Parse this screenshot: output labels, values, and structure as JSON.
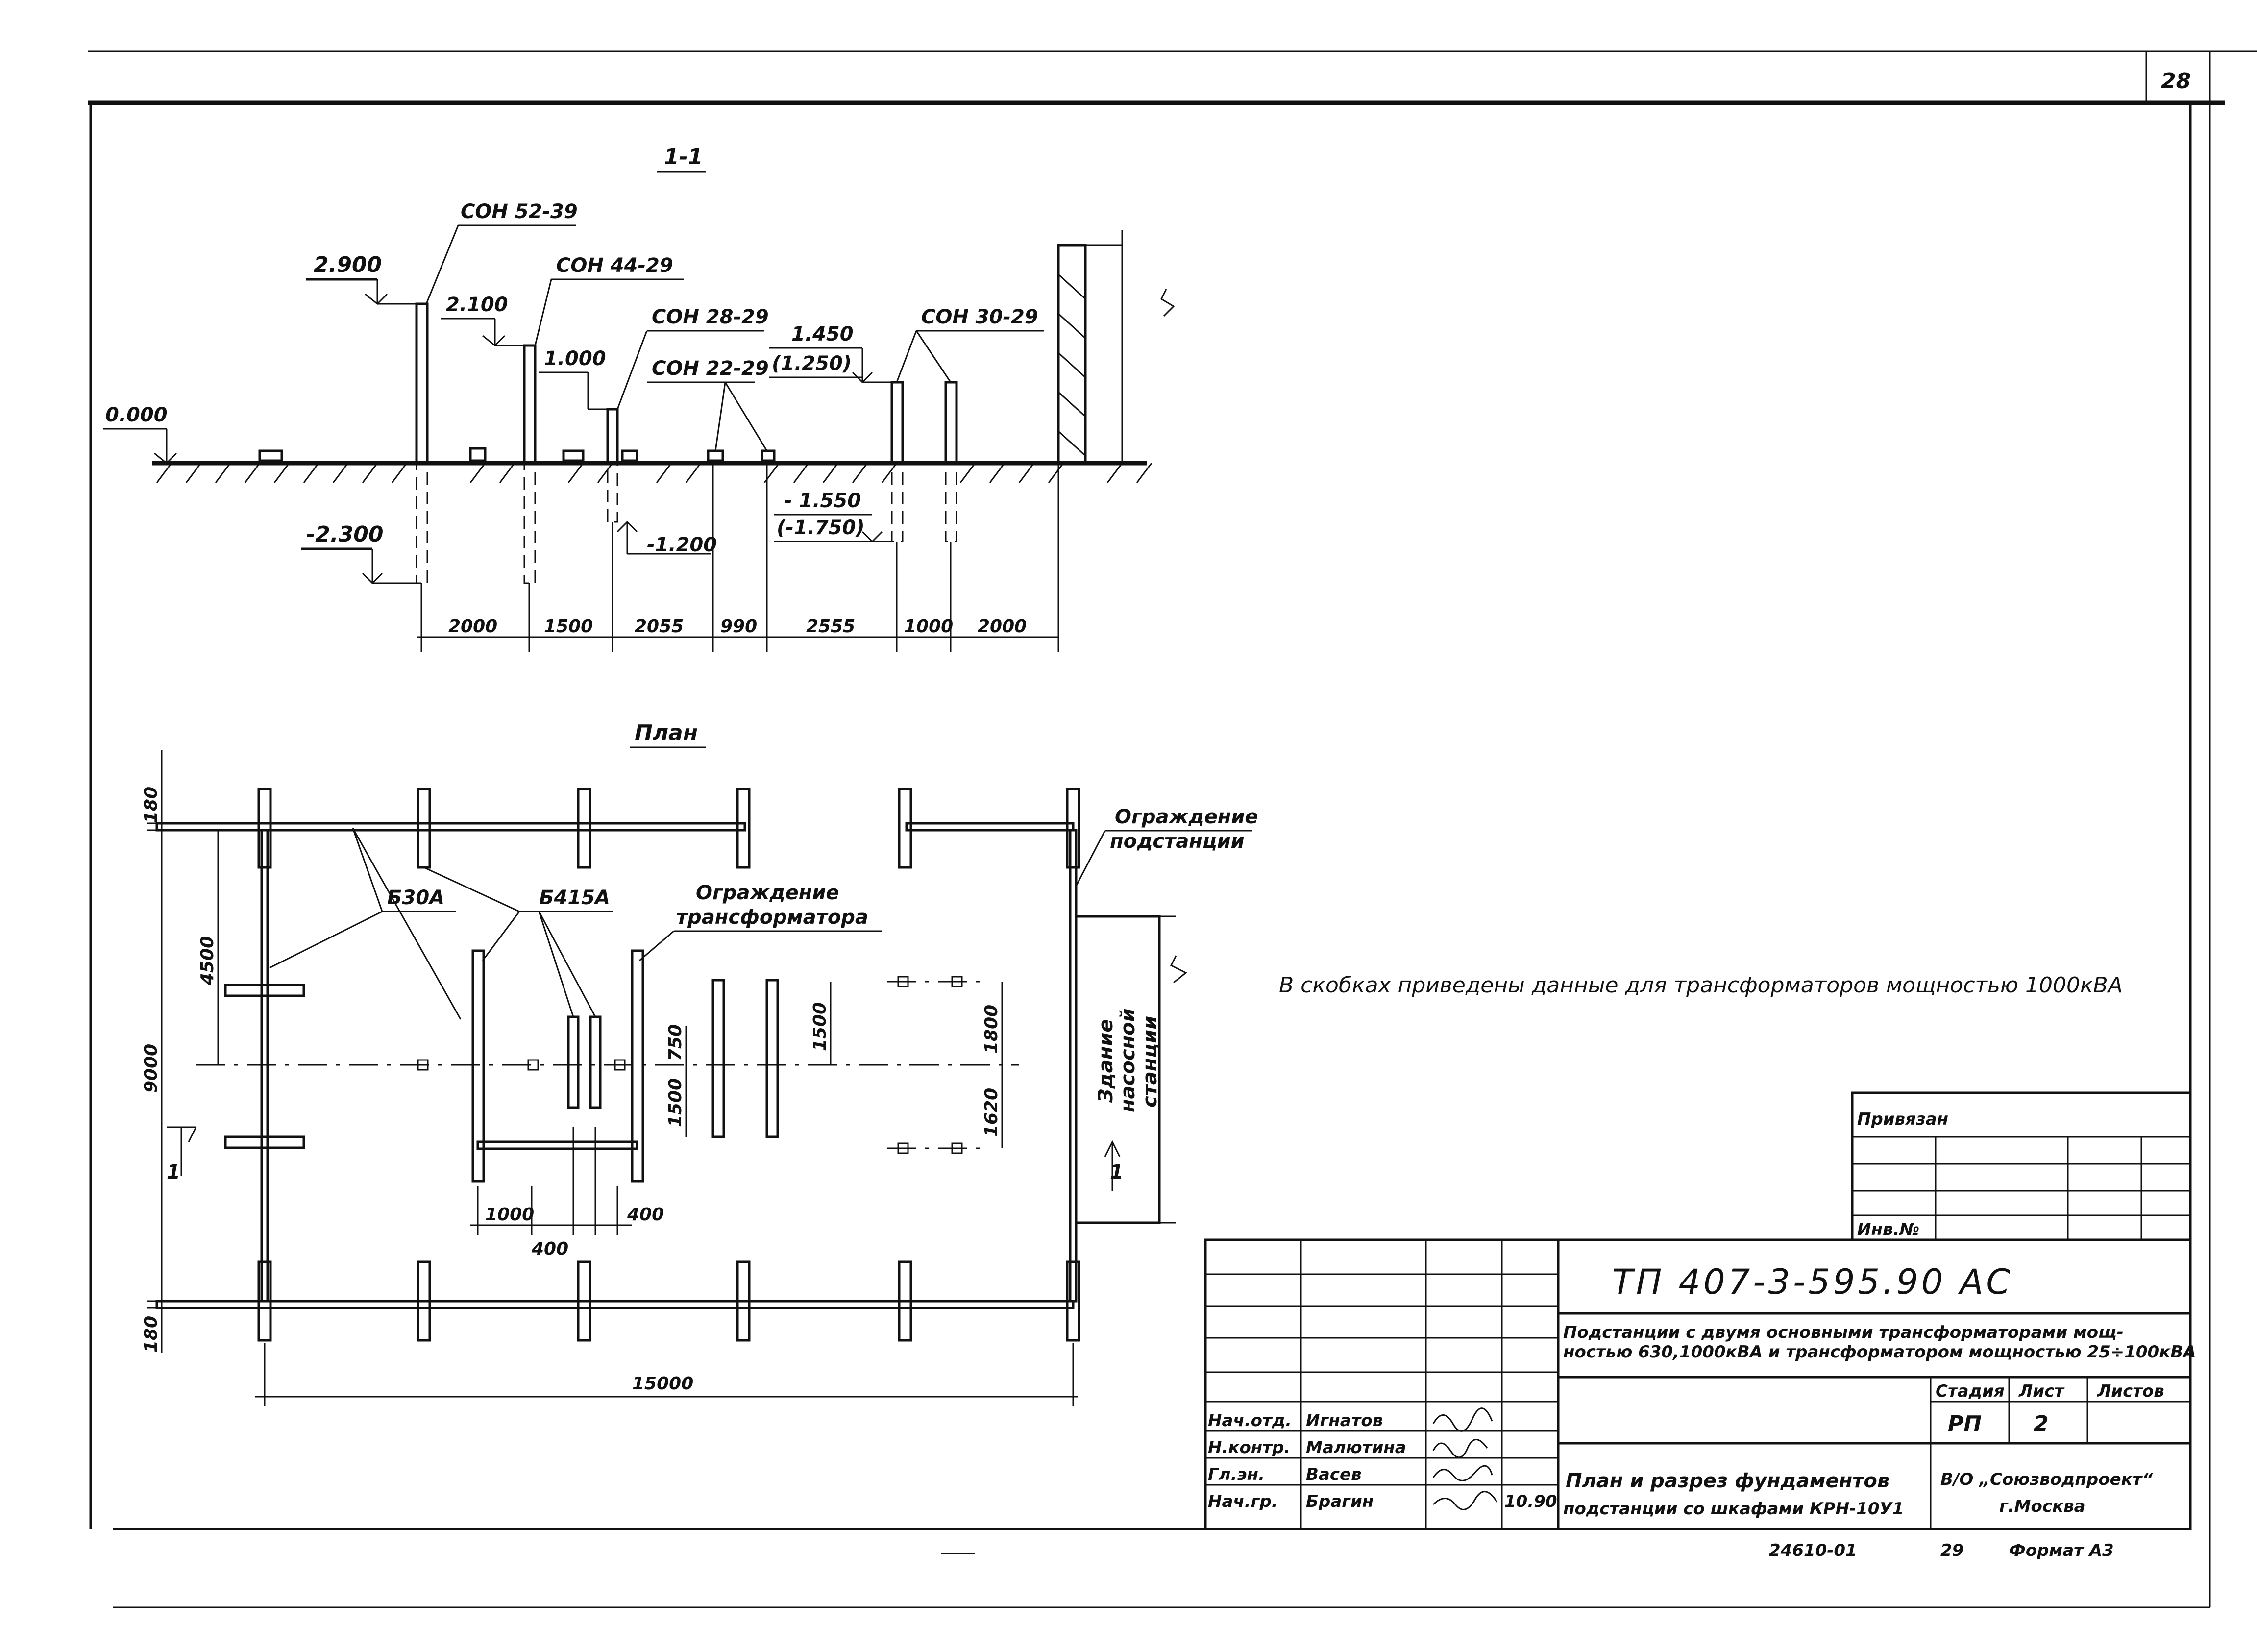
{
  "sheet": {
    "page_number": "28",
    "doc_number": "24610-01",
    "copy_no": "29",
    "format": "Формат А3"
  },
  "section": {
    "title": "1-1",
    "marks": {
      "son52": "СОН 52-39",
      "son44": "СОН 44-29",
      "son28": "СОН 28-29",
      "son22": "СОН 22-29",
      "son30": "СОН 30-29"
    },
    "levels": {
      "l2900": "2.900",
      "l2100": "2.100",
      "l1000": "1.000",
      "l1450": "1.450",
      "l1250": "(1.250)",
      "l0000": "0.000",
      "lm2300": "-2.300",
      "lm1200": "-1.200",
      "lm1550": "- 1.550",
      "lm1750": "(-1.750)"
    },
    "dims": [
      "2000",
      "1500",
      "2055",
      "990",
      "2555",
      "1000",
      "2000"
    ]
  },
  "plan": {
    "title": "План",
    "labels": {
      "b30a": "Б30А",
      "b415a": "Б415А",
      "fence_tr_1": "Ограждение",
      "fence_tr_2": "трансформатора",
      "fence_sub_1": "Ограждение",
      "fence_sub_2": "подстанции",
      "building_1": "Здание",
      "building_2": "насосной",
      "building_3": "станции",
      "section_mark": "1"
    },
    "dims": {
      "top": "180",
      "bottom": "180",
      "height": "9000",
      "d4500": "4500",
      "d1500a": "1500",
      "d1800": "1800",
      "d1620": "1620",
      "d750": "750",
      "d1500b": "1500",
      "d1000": "1000",
      "d400a": "400",
      "d400b": "400",
      "width": "15000"
    }
  },
  "note": "В скобках приведены данные для трансформаторов мощностью 1000кВА",
  "title_block": {
    "bound_label": "Привязан",
    "inv_label": "Инв.№",
    "code": "ТП  407-3-595.90  АС",
    "description_1": "Подстанции с двумя основными трансформаторами мощ-",
    "description_2": "ностью 630,1000кВА и трансформатором мощностью 25÷100кВА",
    "stage_label": "Стадия",
    "sheet_label": "Лист",
    "sheets_label": "Листов",
    "stage_value": "РП",
    "sheet_value": "2",
    "drawing_title_1": "План и разрез фундаментов",
    "drawing_title_2": "подстанции со шкафами КРН-10У1",
    "org_1": "В/О „Союзводпроект“",
    "org_2": "г.Москва",
    "date": "10.90",
    "people": [
      {
        "role": "Нач.отд.",
        "name": "Игнатов"
      },
      {
        "role": "Н.контр.",
        "name": "Малютина"
      },
      {
        "role": "Гл.эн.",
        "name": "Васев"
      },
      {
        "role": "Нач.гр.",
        "name": "Брагин"
      }
    ]
  }
}
